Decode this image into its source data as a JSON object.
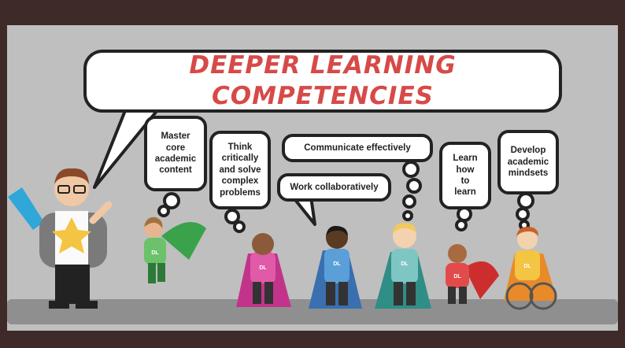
{
  "title": "DEEPER LEARNING COMPETENCIES",
  "competencies": [
    "Master\ncore\nacademic\ncontent",
    "Think\ncritically\nand solve\ncomplex\nproblems",
    "Communicate effectively",
    "Work collaboratively",
    "Learn\nhow\nto\nlearn",
    "Develop\nacademic\nmindsets"
  ],
  "badge_text": "DL",
  "colors": {
    "background": "#bfbfbf",
    "frame": "#3e2a28",
    "title": "#d64a48",
    "bubble": "#ffffff",
    "outline": "#222222"
  }
}
